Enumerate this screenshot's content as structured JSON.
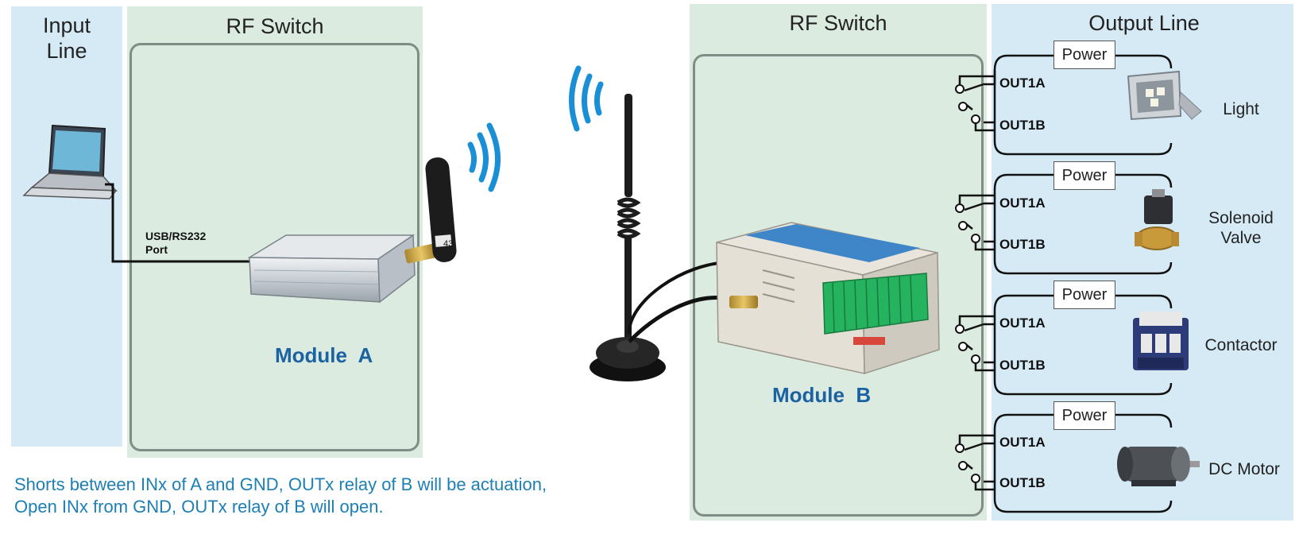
{
  "sections": {
    "input_line": "Input\nLine",
    "rf_switch_left": "RF Switch",
    "rf_switch_right": "RF Switch",
    "output_line": "Output Line"
  },
  "module_a": {
    "label": "Module  A",
    "port_label": "USB/RS232\nPort",
    "antenna_tag": "43"
  },
  "module_b": {
    "label": "Module  B"
  },
  "caption": [
    "Shorts between INx of A and GND, OUTx relay of B will be actuation,",
    "Open INx from GND, OUTx relay of B will open."
  ],
  "outputs": [
    {
      "power": "Power",
      "out_a": "OUT1A",
      "out_b": "OUT1B",
      "device": "Light",
      "icon": "floodlight-icon"
    },
    {
      "power": "Power",
      "out_a": "OUT1A",
      "out_b": "OUT1B",
      "device": "Solenoid\nValve",
      "icon": "solenoid-valve-icon"
    },
    {
      "power": "Power",
      "out_a": "OUT1A",
      "out_b": "OUT1B",
      "device": "Contactor",
      "icon": "contactor-icon"
    },
    {
      "power": "Power",
      "out_a": "OUT1A",
      "out_b": "OUT1B",
      "device": "DC Motor",
      "icon": "dc-motor-icon"
    }
  ],
  "colors": {
    "panel_blue": "#d6eaf6",
    "panel_green": "#dcebe0",
    "signal_blue": "#1a8fd6",
    "module_text": "#1b62a3",
    "caption_text": "#1d7fb4"
  }
}
